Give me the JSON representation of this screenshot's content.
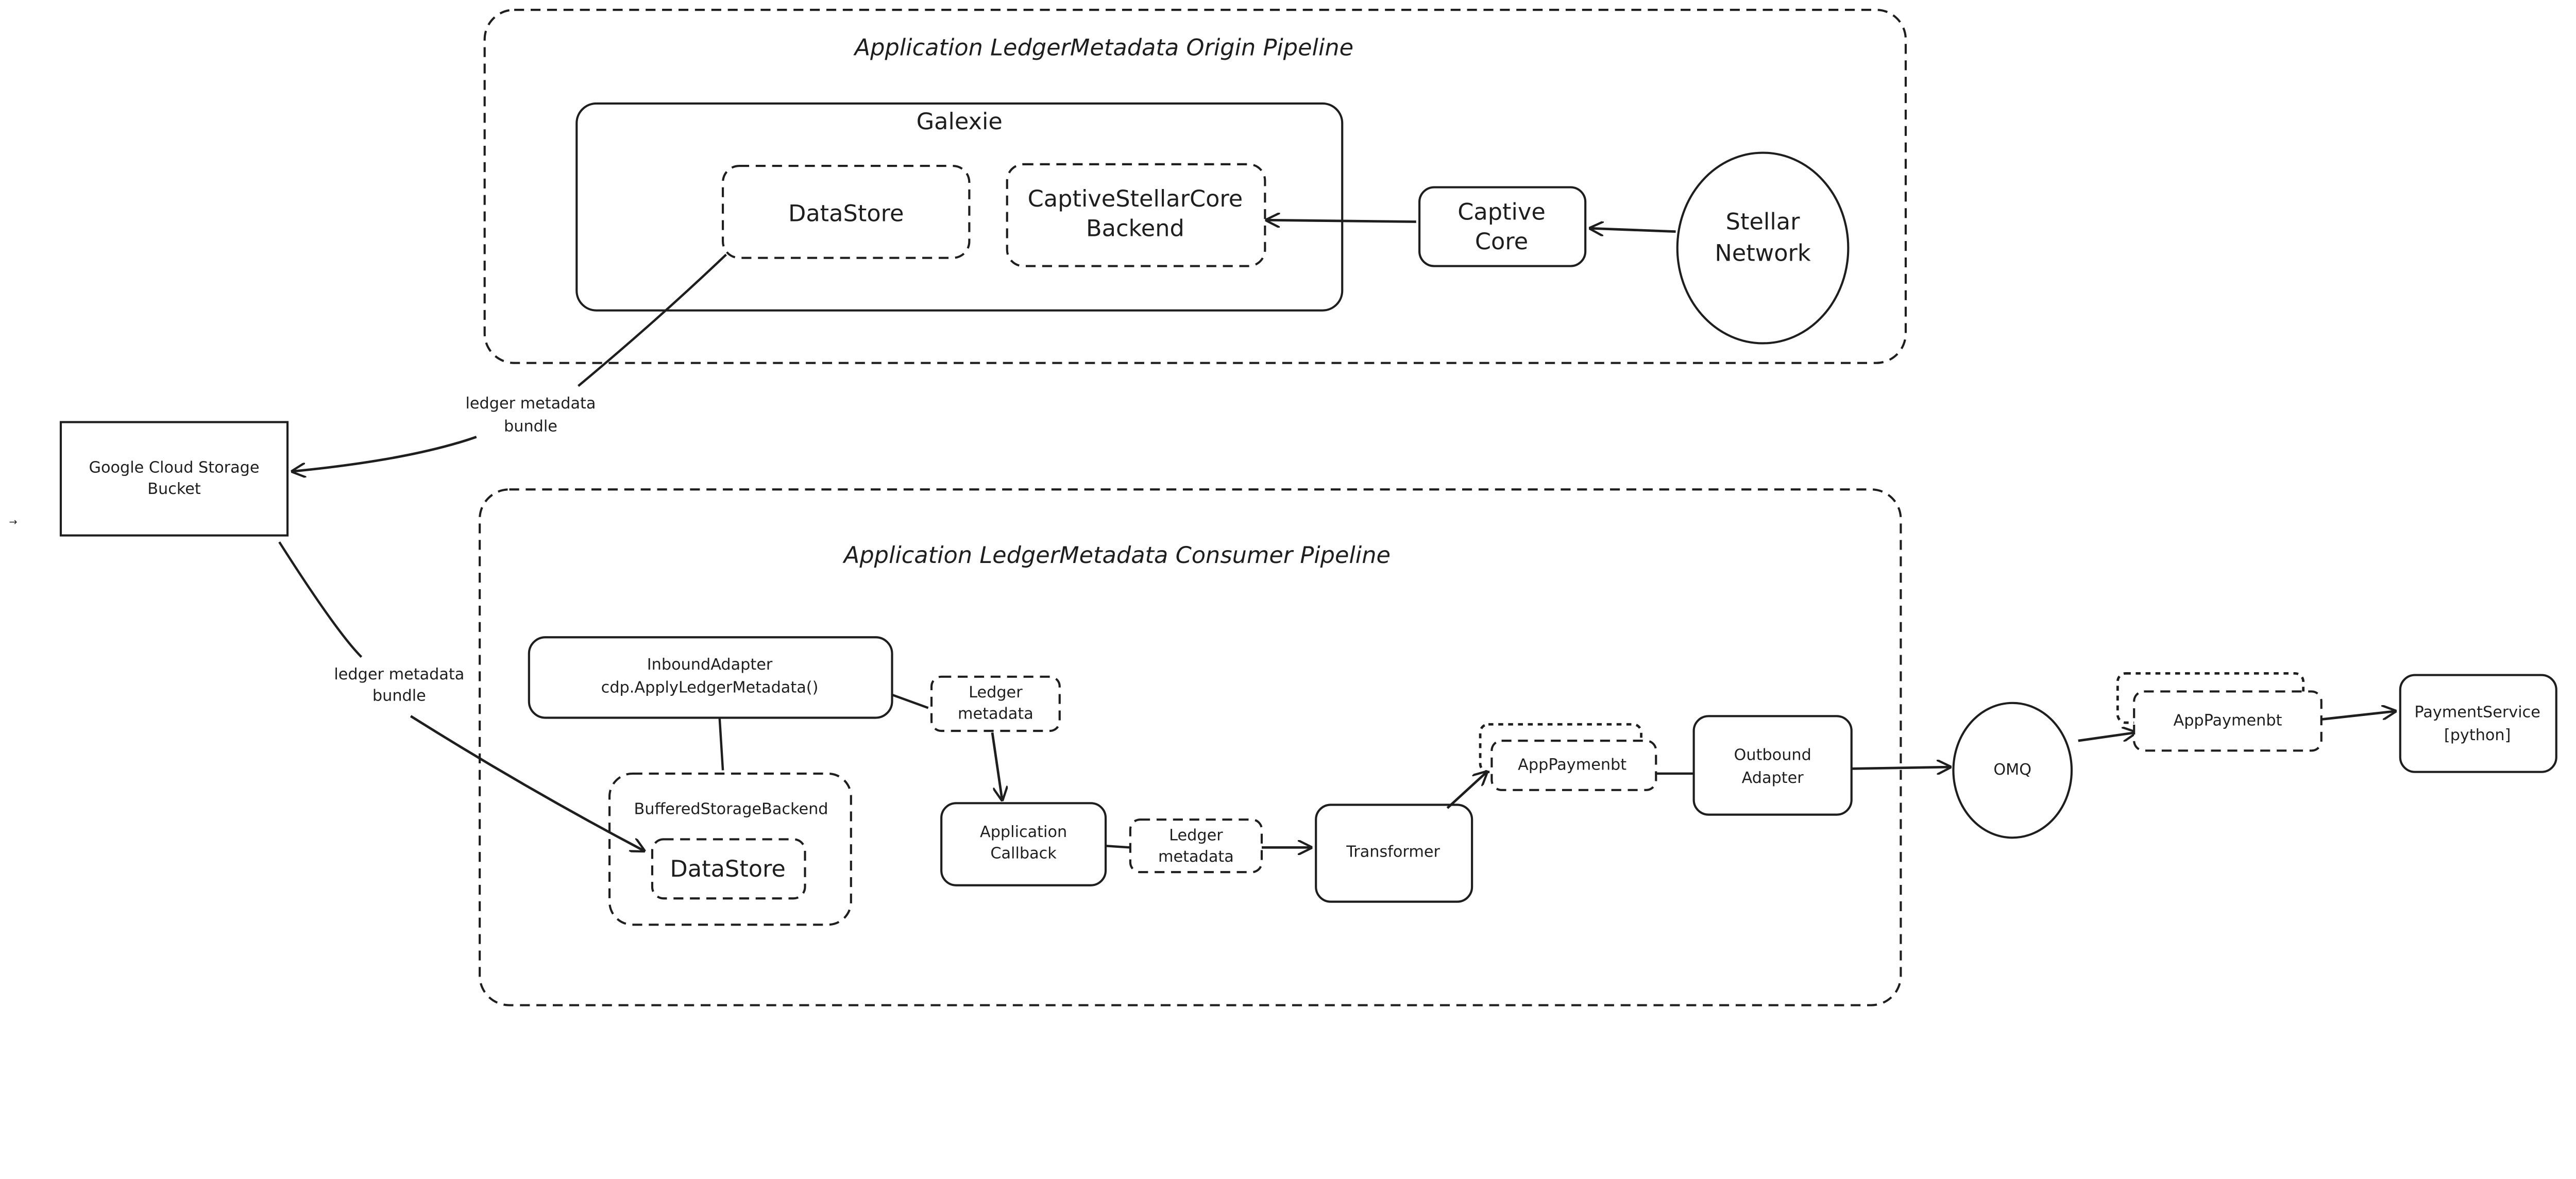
{
  "origin_pipeline": {
    "title": "Application LedgerMetadata Origin Pipeline",
    "galexie": {
      "label": "Galexie",
      "datastore": "DataStore",
      "captive_backend": [
        "CaptiveStellarCore",
        "Backend"
      ]
    },
    "captive_core": [
      "Captive",
      "Core"
    ],
    "stellar_network": [
      "Stellar",
      "Network"
    ]
  },
  "gcs_bucket": [
    "Google Cloud Storage",
    "Bucket"
  ],
  "edge_labels": {
    "origin_to_gcs": [
      "ledger metadata",
      "bundle"
    ],
    "gcs_to_consumer": [
      "ledger metadata",
      "bundle"
    ]
  },
  "stray_arrow": "→",
  "consumer_pipeline": {
    "title": "Application LedgerMetadata Consumer Pipeline",
    "inbound_adapter": [
      "InboundAdapter",
      "cdp.ApplyLedgerMetadata()"
    ],
    "buffered_backend": {
      "label": "BufferedStorageBackend",
      "datastore": "DataStore"
    },
    "ledger_metadata_1": [
      "Ledger",
      "metadata"
    ],
    "application_callback": [
      "Application",
      "Callback"
    ],
    "ledger_metadata_2": [
      "Ledger",
      "metadata"
    ],
    "transformer": "Transformer",
    "app_payment_1": "AppPaymenbt",
    "outbound_adapter": [
      "Outbound",
      "Adapter"
    ]
  },
  "omq": "OMQ",
  "app_payment_2": "AppPaymenbt",
  "payment_service": [
    "PaymentService",
    "[python]"
  ]
}
